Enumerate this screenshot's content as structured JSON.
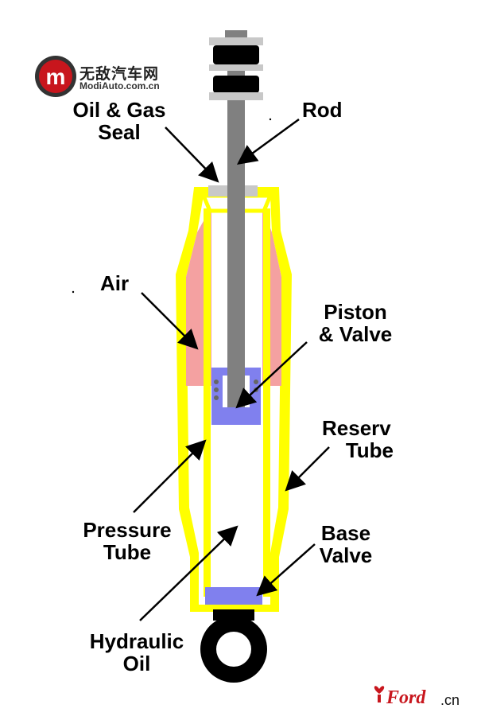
{
  "labels": {
    "oil_gas_seal": [
      "Oil & Gas",
      "Seal"
    ],
    "rod": "Rod",
    "air": "Air",
    "piston_valve": [
      "Piston",
      "& Valve"
    ],
    "reservoir_tube": [
      "Reserv",
      "Tube"
    ],
    "pressure_tube": [
      "Pressure",
      "Tube"
    ],
    "base_valve": [
      "Base",
      "Valve"
    ],
    "hydraulic_oil": [
      "Hydraulic",
      "Oil"
    ]
  },
  "watermark": {
    "chinese": "无敌汽车网",
    "url": "ModiAuto.com.cn",
    "logo_letter": "m"
  },
  "corner_logo": {
    "word": "Ford",
    "suffix": ".cn"
  },
  "colors": {
    "outer_tube": "#ffff00",
    "air": "#f4a1a1",
    "piston": "#8080ee",
    "rod": "#808080",
    "seal": "#c8c8c8",
    "bushing": "#000000"
  }
}
